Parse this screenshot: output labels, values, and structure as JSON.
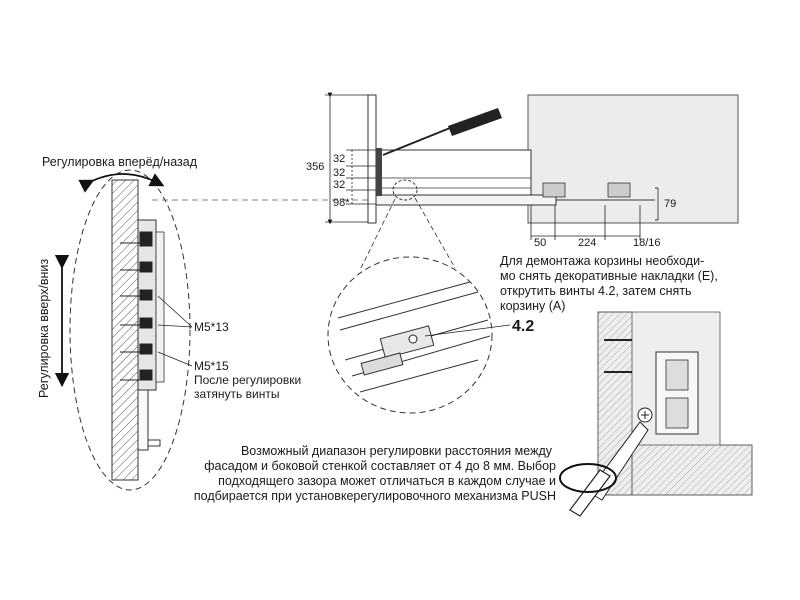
{
  "labels": {
    "adjust_fwd_back": "Регулировка вперёд/назад",
    "adjust_up_down": "Регулировка вверх/вниз",
    "screw_m5_13": "M5*13",
    "screw_m5_15": "M5*15",
    "tighten_note_line1": "После регулировки",
    "tighten_note_line2": "затянуть винты",
    "callout_4_2": "4.2"
  },
  "dimensions": {
    "height_356": "356",
    "d32_a": "32",
    "d32_b": "32",
    "d32_c": "32",
    "d98": "98*",
    "d79": "79",
    "d50": "50",
    "d224": "224",
    "d18_16": "18/16"
  },
  "removal_note": [
    "Для демонтажа корзины необходи-",
    "мо снять декоративные накладки (E),",
    "открутить винты 4.2, затем снять",
    "корзину (A)"
  ],
  "gap_note": [
    "Возможный диапазон регулировки расстояния между",
    "фасадом и боковой стенкой составляет от 4 до 8 мм. Выбор",
    "подходящего зазора может отличаться в каждом случае и",
    "подбирается при установкерегулировочного механизма PUSH"
  ]
}
